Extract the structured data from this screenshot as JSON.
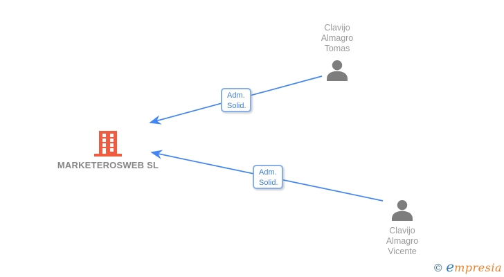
{
  "diagram": {
    "company": {
      "name": "MARKETEROSWEB SL",
      "icon": "building-icon",
      "icon_color": "#f15b40"
    },
    "persons": [
      {
        "role": "top",
        "icon": "person-icon",
        "lines": [
          "Clavijo",
          "Almagro",
          "Tomas"
        ]
      },
      {
        "role": "bottom",
        "icon": "person-icon",
        "lines": [
          "Clavijo",
          "Almagro",
          "Vicente"
        ]
      }
    ],
    "relations": [
      {
        "from": "Clavijo Almagro Tomas",
        "to": "MARKETEROSWEB SL",
        "lines": [
          "Adm.",
          "Solid."
        ]
      },
      {
        "from": "Clavijo Almagro Vicente",
        "to": "MARKETEROSWEB SL",
        "lines": [
          "Adm.",
          "Solid."
        ]
      }
    ]
  },
  "footer": {
    "copyright": "©",
    "brand_initial": "e",
    "brand_rest": "mpresia"
  },
  "colors": {
    "edge_blue": "#4285f4",
    "box_border": "#85aeea",
    "box_text": "#4080d8",
    "person_gray": "#7d7d7d",
    "name_text": "#9a9a9a",
    "company_orange": "#f15b40",
    "company_text": "#868686",
    "brand_copyright": "#3a6f8a",
    "brand_e_blue": "#2e7bbf",
    "brand_orange": "#f0812c"
  }
}
